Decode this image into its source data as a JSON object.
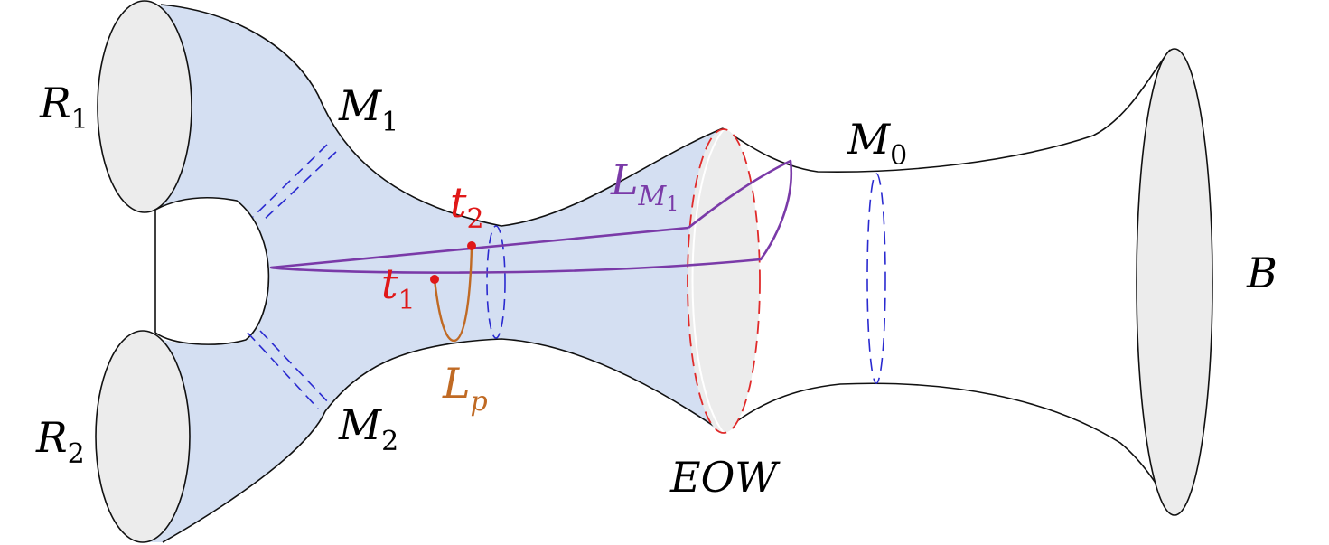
{
  "labels": {
    "R1": {
      "main": "R",
      "sub": "1"
    },
    "R2": {
      "main": "R",
      "sub": "2"
    },
    "M1": {
      "main": "M",
      "sub": "1"
    },
    "M2": {
      "main": "M",
      "sub": "2"
    },
    "M0": {
      "main": "M",
      "sub": "0"
    },
    "B": {
      "main": "B"
    },
    "EOW": {
      "main": "EOW"
    },
    "t1": {
      "main": "t",
      "sub": "1"
    },
    "t2": {
      "main": "t",
      "sub": "2"
    },
    "Lp": {
      "main": "L",
      "sub": "p"
    },
    "LM1": {
      "main": "L",
      "sub": "M",
      "subsub": "1"
    }
  },
  "colors": {
    "region_fill": "#d4dff2",
    "disk_fill": "#ececec",
    "outline": "#111111",
    "dashed_blue": "#2a2ad0",
    "eow_dashed": "#e02a2a",
    "curve_LM1": "#7a3aa8",
    "curve_Lp": "#c06a24",
    "point": "#e01818",
    "label_red": "#e01818",
    "label_orange": "#c06a24",
    "label_purple": "#7a3aa8",
    "label_black": "#000000"
  }
}
